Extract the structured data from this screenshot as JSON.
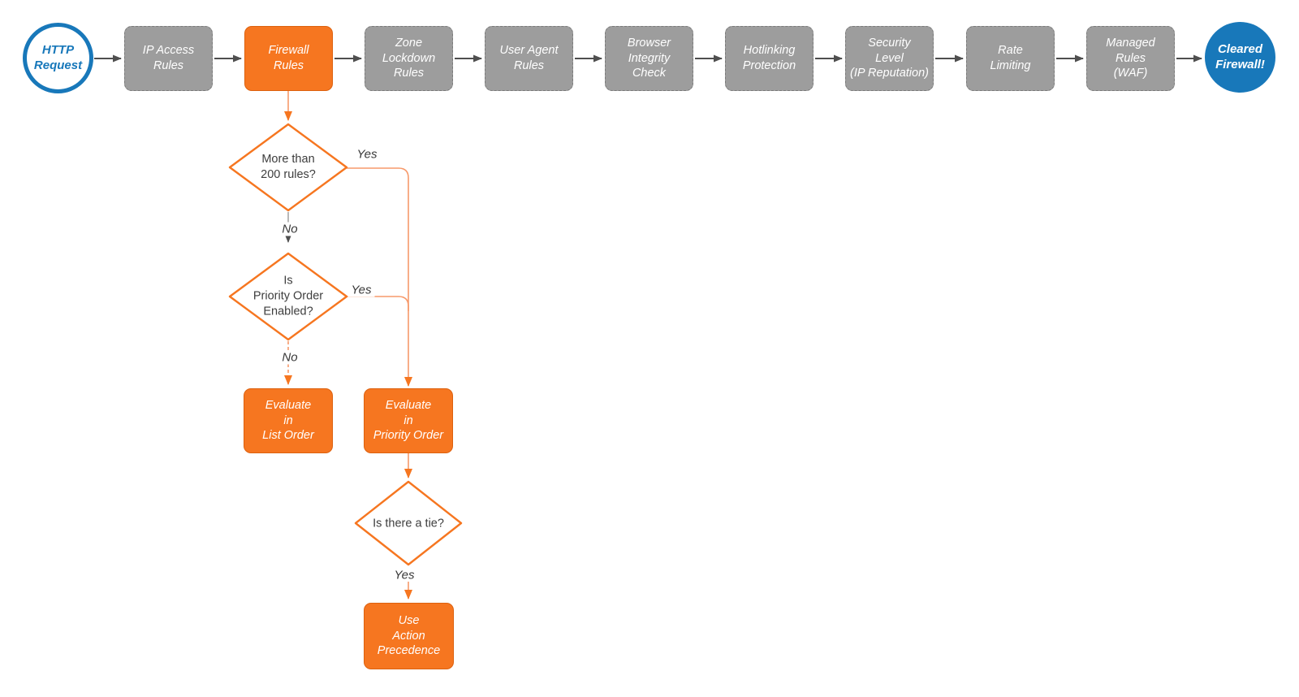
{
  "colors": {
    "orange": "#F67620",
    "orange-light": "#F79A6B",
    "gray": "#9D9D9D",
    "blue": "#1878BA"
  },
  "pipeline": {
    "start": {
      "label": "HTTP\nRequest"
    },
    "steps": [
      {
        "label": "IP Access\nRules",
        "highlight": false
      },
      {
        "label": "Firewall\nRules",
        "highlight": true
      },
      {
        "label": "Zone\nLockdown\nRules",
        "highlight": false
      },
      {
        "label": "User Agent\nRules",
        "highlight": false
      },
      {
        "label": "Browser\nIntegrity\nCheck",
        "highlight": false
      },
      {
        "label": "Hotlinking\nProtection",
        "highlight": false
      },
      {
        "label": "Security\nLevel\n(IP Reputation)",
        "highlight": false
      },
      {
        "label": "Rate\nLimiting",
        "highlight": false
      },
      {
        "label": "Managed\nRules\n(WAF)",
        "highlight": false
      }
    ],
    "end": {
      "label": "Cleared\nFirewall!"
    }
  },
  "branch": {
    "decision_rules_count": {
      "label": "More than\n200 rules?"
    },
    "decision_priority_enabled": {
      "label": "Is\nPriority Order\nEnabled?"
    },
    "decision_tie": {
      "label": "Is there a tie?"
    },
    "evaluate_list_order": {
      "label": "Evaluate\nin\nList Order"
    },
    "evaluate_priority_order": {
      "label": "Evaluate\nin\nPriority Order"
    },
    "use_action_precedence": {
      "label": "Use\nAction\nPrecedence"
    },
    "edge_labels": {
      "yes_rules_count": "Yes",
      "no_rules_count": "No",
      "yes_priority_enabled": "Yes",
      "no_priority_enabled": "No",
      "yes_tie": "Yes"
    }
  }
}
